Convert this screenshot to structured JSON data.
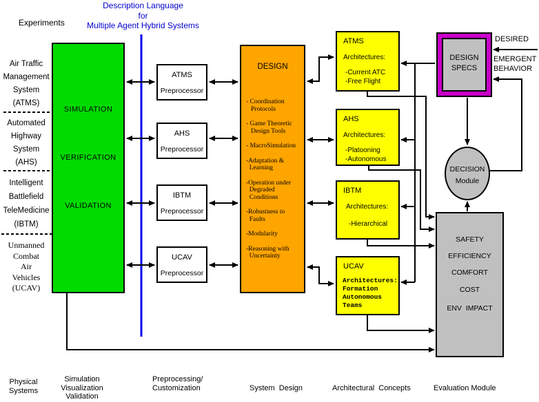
{
  "colors": {
    "green": "#00DB00",
    "orange": "#FFA500",
    "yellow": "#FFFF00",
    "purple": "#C800C8",
    "gray": "#C0C0C0",
    "blue-line": "#0000EE",
    "title-blue": "#0000CC"
  },
  "header": {
    "experiments": "Experiments",
    "dl_title": "Description Language\nfor\nMultiple Agent Hybrid Systems"
  },
  "left_systems": {
    "atms": "Air Traffic\nManagement\nSystem\n(ATMS)",
    "ahs": "Automated\nHighway\nSystem\n(AHS)",
    "ibtm": "Intelligent\nBattlefield\nTeleMedicine\n(IBTM)",
    "ucav": "Unmanned\nCombat\nAir\nVehicles\n(UCAV)"
  },
  "simulation_box": {
    "label1": "SIMULATION",
    "label2": "VERIFICATION",
    "label3": "VALIDATION"
  },
  "preprocessors": [
    {
      "system": "ATMS",
      "role": "Preprocessor"
    },
    {
      "system": "AHS",
      "role": "Preprocessor"
    },
    {
      "system": "IBTM",
      "role": "Preprocessor"
    },
    {
      "system": "UCAV",
      "role": "Preprocessor"
    }
  ],
  "design_box": {
    "title": "DESIGN",
    "items": [
      "- Coordination\n   Protocols",
      "- Game Theoretic\n   Design Tools",
      "- MacroSimulation",
      "-Adaptation &\n  Learning",
      "-Operation under\n  Degraded\n  Conditions",
      "-Robustness to\n  Faults",
      "-Modularity",
      "-Reasoning with\n  Uncertainty"
    ]
  },
  "architectures": [
    {
      "system": "ATMS",
      "heading": "Architectures:",
      "items": "-Current ATC\n-Free Flight"
    },
    {
      "system": "AHS",
      "heading": "Architectures:",
      "items": "-Platooning\n-Autonomous"
    },
    {
      "system": "IBTM",
      "heading": "Architectures:",
      "items": "-Hierarchical"
    },
    {
      "system": "UCAV",
      "heading": "Architectures:",
      "items": "Formation\nAutonomous\nTeams"
    }
  ],
  "design_specs": "DESIGN\nSPECS",
  "desired_behavior": {
    "line1": "DESIRED",
    "line2": "EMERGENT\nBEHAVIOR"
  },
  "decision_module": "DECISION\nModule",
  "evaluation_box": {
    "items": [
      "SAFETY",
      "EFFICIENCY",
      "COMFORT",
      "COST",
      "ENV  IMPACT"
    ]
  },
  "captions": {
    "physical": "Physical\nSystems",
    "simulation": "Simulation\nVisualization\nValidation",
    "preprocessing": "Preprocessing/\nCustomization",
    "system_design": "System  Design",
    "architectural": "Architectural  Concepts",
    "evaluation": "Evaluation Module"
  }
}
